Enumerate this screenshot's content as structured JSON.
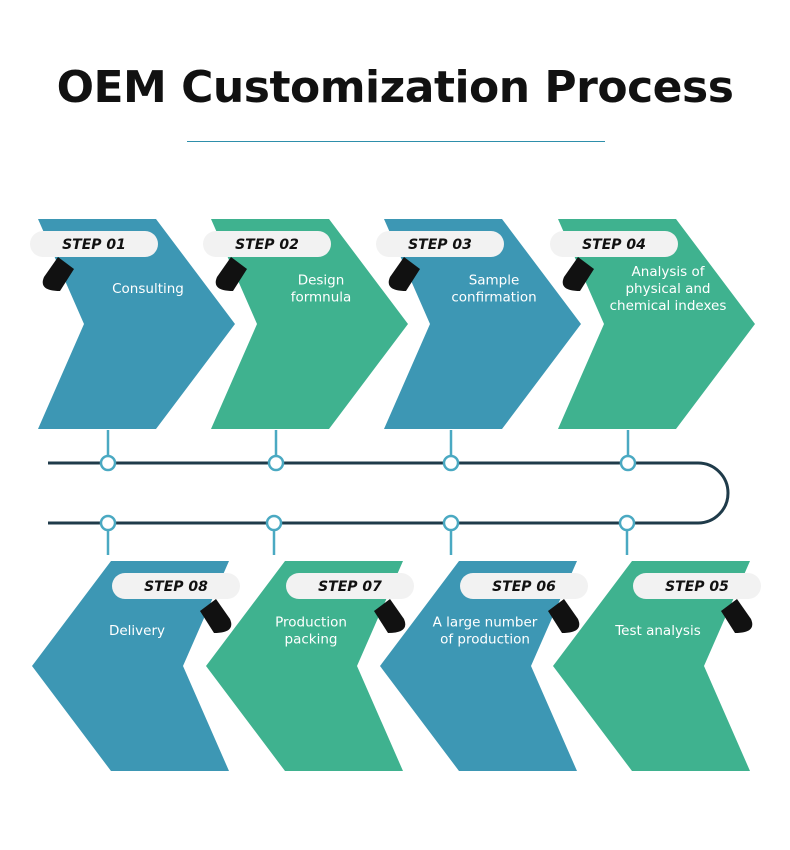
{
  "title": "OEM Customization Process",
  "colors": {
    "blue": "#3d97b4",
    "green": "#3fb28f",
    "badge": "#f2f2f2",
    "line": "#1f3b4a",
    "node": "#4aa9c2"
  },
  "steps": [
    {
      "badge": "STEP 01",
      "lines": [
        "Consulting"
      ],
      "color": "blue",
      "image": "handshake"
    },
    {
      "badge": "STEP 02",
      "lines": [
        "Design",
        "formnula"
      ],
      "color": "green",
      "image": "lab-test-tube"
    },
    {
      "badge": "STEP 03",
      "lines": [
        "Sample",
        "confirmation"
      ],
      "color": "blue",
      "image": "kibble-close-up"
    },
    {
      "badge": "STEP 04",
      "lines": [
        "Analysis of",
        "physical and",
        "chemical indexes"
      ],
      "color": "green",
      "image": "lab-computer"
    },
    {
      "badge": "STEP 05",
      "lines": [
        "Test analysis"
      ],
      "color": "green",
      "image": "cat-eating"
    },
    {
      "badge": "STEP 06",
      "lines": [
        "A large number",
        "of production"
      ],
      "color": "blue",
      "image": "production-line"
    },
    {
      "badge": "STEP 07",
      "lines": [
        "Production",
        "packing"
      ],
      "color": "green",
      "image": "packing-machine"
    },
    {
      "badge": "STEP 08",
      "lines": [
        "Delivery"
      ],
      "color": "blue",
      "image": "delivery-trucks"
    }
  ]
}
